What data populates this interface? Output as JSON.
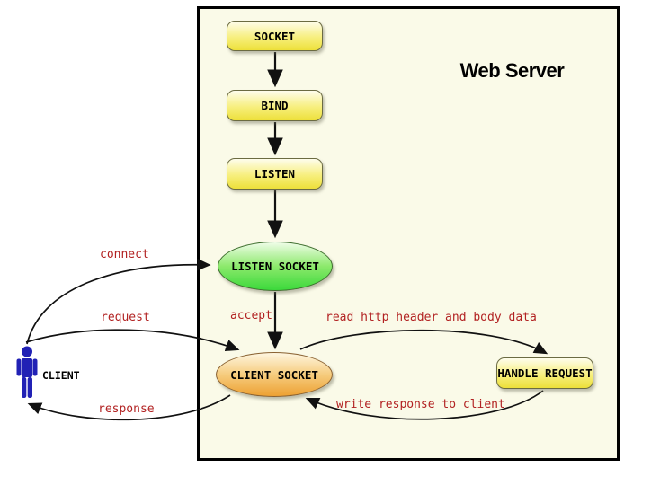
{
  "diagram": {
    "title": "Web Server",
    "nodes": {
      "socket": "SOCKET",
      "bind": "BIND",
      "listen": "LISTEN",
      "listen_socket": "LISTEN SOCKET",
      "client_socket": "CLIENT SOCKET",
      "handle_request": "HANDLE REQUEST",
      "client": "CLIENT"
    },
    "edges": {
      "connect": "connect",
      "request": "request",
      "response": "response",
      "accept": "accept",
      "read_http": "read http header and body data",
      "write_response": "write response to client"
    },
    "colors": {
      "server_background": "#FAFAE8",
      "process_box_top": "#FEFDEC",
      "process_box_bottom": "#EDE03A",
      "listen_socket_top": "#EFFDE8",
      "listen_socket_bottom": "#3BD93B",
      "client_socket_top": "#FEF6E0",
      "client_socket_bottom": "#EDA133",
      "edge_label": "#B22222",
      "client_figure": "#2121B5",
      "arrow": "#111111"
    }
  }
}
